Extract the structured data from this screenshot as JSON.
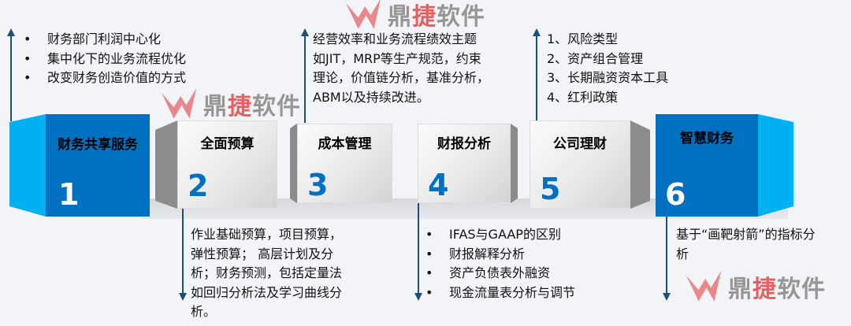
{
  "steps": [
    {
      "num": "1",
      "title": "财务共享服务"
    },
    {
      "num": "2",
      "title": "全面预算"
    },
    {
      "num": "3",
      "title": "成本管理"
    },
    {
      "num": "4",
      "title": "财报分析"
    },
    {
      "num": "5",
      "title": "公司理财"
    },
    {
      "num": "6",
      "title": "智慧财务"
    }
  ],
  "notes": {
    "shared_service": [
      "财务部门利润中心化",
      "集中化下的业务流程优化",
      "改变财务创造价值的方式"
    ],
    "cost_mgmt": [
      "经营效率和业务流程绩效主题",
      "如JIT，MRP等生产规范，约束",
      "理论，价值链分析，基准分析，",
      "ABM以及持续改进。"
    ],
    "corp_finance": [
      "1、风险类型",
      "2、资产组合管理",
      "3、长期融资资本工具",
      "4、红利政策"
    ],
    "budget": [
      "作业基础预算，项目预算，",
      "弹性预算； 高层计划及分",
      "析；财务预测，包括定量法",
      "如回归分析法及学习曲线分",
      "析。"
    ],
    "report": [
      "IFAS与GAAP的区别",
      "财报解释分析",
      "资产负债表外融资",
      "现金流量表分析与调节"
    ],
    "smart": [
      "基于“画靶射箭”的指标分",
      "析"
    ]
  },
  "watermark": {
    "c1": "鼎",
    "c2": "捷",
    "c3": "软件"
  },
  "colors": {
    "blue_front": "#0070c0",
    "blue_side": "#00b0f0",
    "arrow": "#1f4e79"
  }
}
